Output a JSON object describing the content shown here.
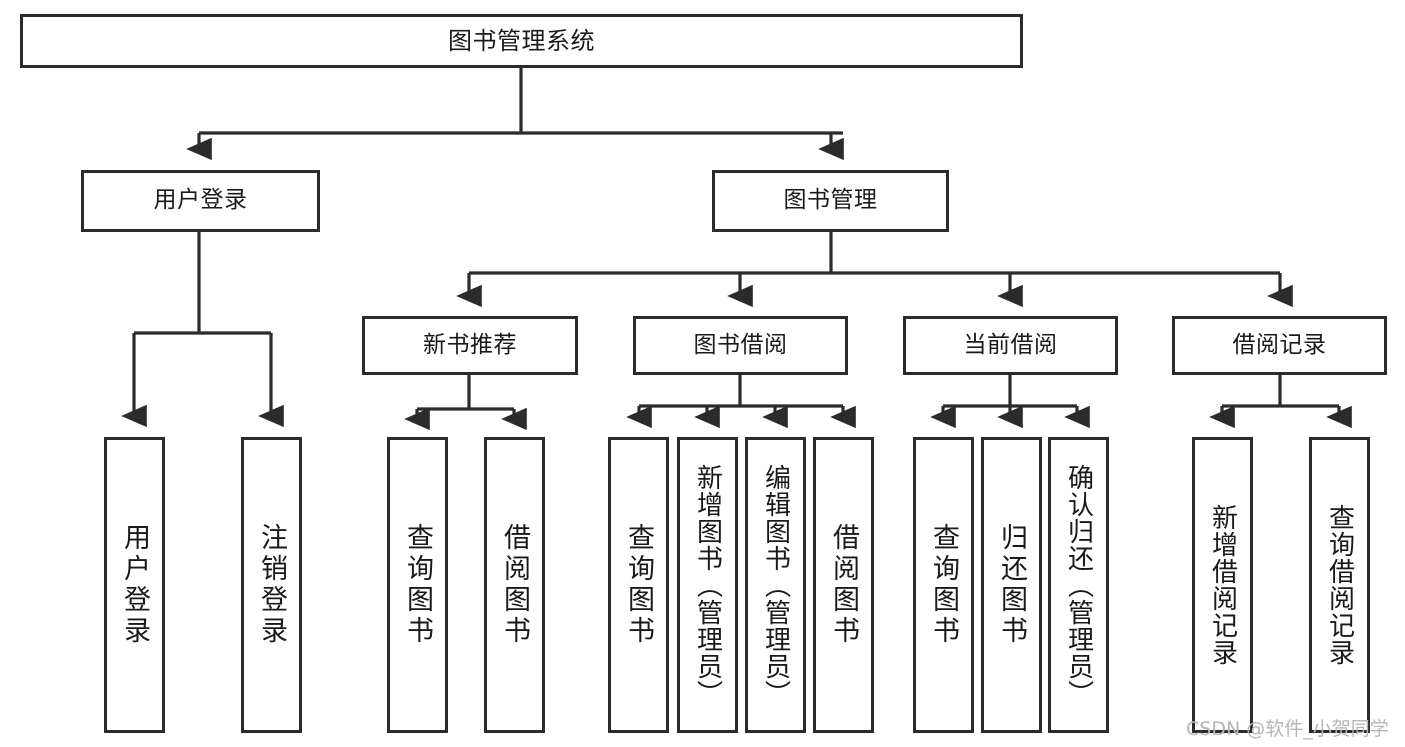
{
  "diagram": {
    "type": "tree",
    "title": "图书管理系统",
    "root": {
      "id": "root",
      "label": "图书管理系统"
    },
    "level2": [
      {
        "id": "user-login",
        "label": "用户登录"
      },
      {
        "id": "book-admin",
        "label": "图书管理"
      }
    ],
    "level3": [
      {
        "id": "new-book-rec",
        "label": "新书推荐",
        "parent": "book-admin"
      },
      {
        "id": "book-borrow",
        "label": "图书借阅",
        "parent": "book-admin"
      },
      {
        "id": "current-borrow",
        "label": "当前借阅",
        "parent": "book-admin"
      },
      {
        "id": "borrow-record",
        "label": "借阅记录",
        "parent": "book-admin"
      }
    ],
    "leaves": [
      {
        "id": "leaf-user-login",
        "label": "用户登录",
        "parent": "user-login"
      },
      {
        "id": "leaf-user-logout",
        "label": "注销登录",
        "parent": "user-login"
      },
      {
        "id": "leaf-rec-query-book",
        "label": "查询图书",
        "parent": "new-book-rec"
      },
      {
        "id": "leaf-rec-borrow-book",
        "label": "借阅图书",
        "parent": "new-book-rec"
      },
      {
        "id": "leaf-borrow-query-book",
        "label": "查询图书",
        "parent": "book-borrow"
      },
      {
        "id": "leaf-borrow-add-book",
        "label": "新增图书（管理员）",
        "parent": "book-borrow"
      },
      {
        "id": "leaf-borrow-edit-book",
        "label": "编辑图书（管理员）",
        "parent": "book-borrow"
      },
      {
        "id": "leaf-borrow-borrow-book",
        "label": "借阅图书",
        "parent": "book-borrow"
      },
      {
        "id": "leaf-cur-query-book",
        "label": "查询图书",
        "parent": "current-borrow"
      },
      {
        "id": "leaf-cur-return-book",
        "label": "归还图书",
        "parent": "current-borrow"
      },
      {
        "id": "leaf-cur-confirm-return",
        "label": "确认归还（管理员）",
        "parent": "current-borrow"
      },
      {
        "id": "leaf-rec-add-record",
        "label": "新增借阅记录",
        "parent": "borrow-record"
      },
      {
        "id": "leaf-rec-query-record",
        "label": "查询借阅记录",
        "parent": "borrow-record"
      }
    ]
  },
  "watermark": {
    "text": "CSDN @软件_小贺同学"
  },
  "colors": {
    "stroke": "#2b2b2b",
    "fill": "#ffffff",
    "text": "#1a1a1a",
    "watermark": "#b6b6b6"
  }
}
